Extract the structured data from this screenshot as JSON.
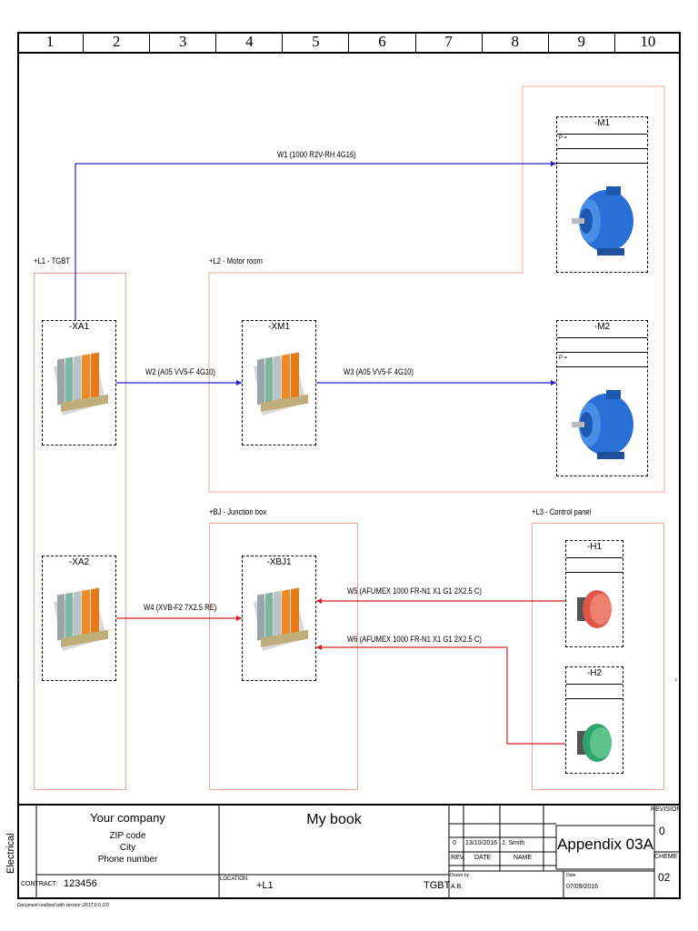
{
  "columns": [
    "1",
    "2",
    "3",
    "4",
    "5",
    "6",
    "7",
    "8",
    "9",
    "10"
  ],
  "zones": {
    "l1": "+L1 - TGBT",
    "l2": "+L2 - Motor room",
    "bj": "+BJ - Junction box",
    "l3": "+L3 - Control panel"
  },
  "devices": {
    "xa1": "-XA1",
    "xa2": "-XA2",
    "xm1": "-XM1",
    "xbj1": "-XBJ1",
    "m1": "-M1",
    "m2": "-M2",
    "h1": "-H1",
    "h2": "-H2",
    "motor_field": "P ="
  },
  "cables": {
    "w1": "W1 (1000 R2V-RH 4G16)",
    "w2": "W2 (A05 VV5-F 4G10)",
    "w3": "W3 (A05 VV5-F 4G10)",
    "w4": "W4 (XVB-F2 7X2.5 RE)",
    "w5": "W5 (AFUMEX 1000 FR-N1 X1 G1 2X2.5 C)",
    "w6": "W6 (AFUMEX 1000 FR-N1 X1 G1 2X2.5 C)"
  },
  "colors": {
    "blue_wire": "#2323c8",
    "red_wire": "#d42020",
    "zone_border": "#f4a58a",
    "motor_blue": "#2a6fd6",
    "light_red": "#e0574a",
    "light_green": "#2fa56b"
  },
  "title_block": {
    "side_label": "Electrical",
    "company": "Your company",
    "zip": "ZIP code",
    "city": "City",
    "phone": "Phone number",
    "contract_label": "CONTRACT:",
    "contract_value": "123456",
    "book": "My book",
    "location_label": "LOCATION:",
    "location_value": "+L1",
    "location_code": "TGBT",
    "rev": "0",
    "date": "13/10/2016",
    "name": "J. Smith",
    "rev_hdr": "REV.",
    "date_hdr": "DATE",
    "name_hdr": "NAME",
    "drawn_by_label": "Drawn by",
    "drawn_by": "A.B.",
    "sheet_title": "Appendix 03A",
    "date_label": "Date",
    "date_value": "07/09/2016",
    "revision_label": "REVISION",
    "revision_value": "0",
    "scheme_label": "CHEME",
    "scheme_value": "02",
    "footer": "Document realized with version :2017.0.0.101"
  }
}
